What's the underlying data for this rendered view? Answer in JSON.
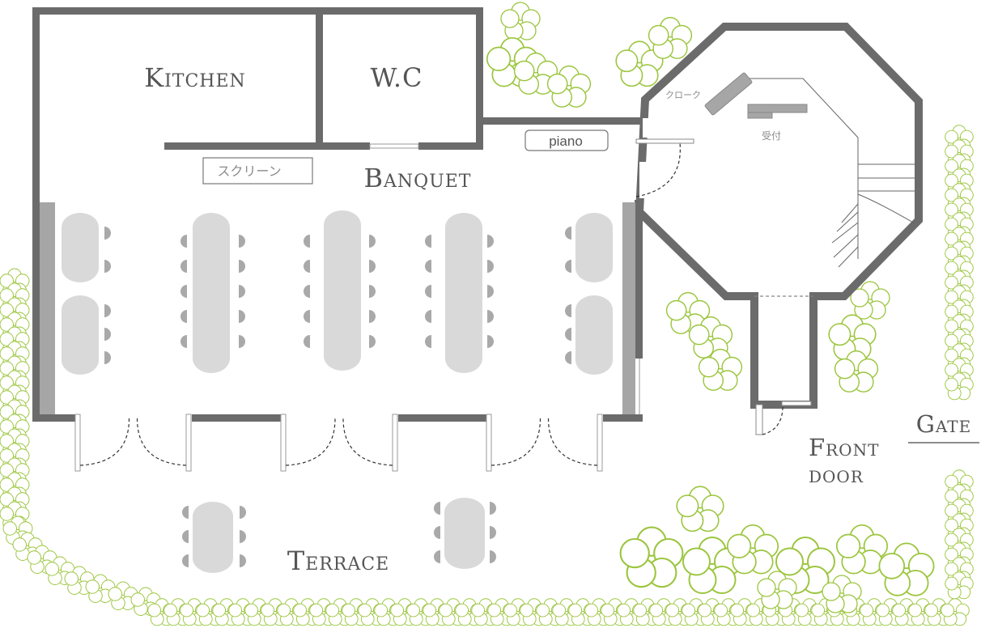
{
  "labels": {
    "kitchen": "Kitchen",
    "wc": "W.C",
    "banquet": "Banquet",
    "terrace": "Terrace",
    "front_door_line1": "Front",
    "front_door_line2": "door",
    "gate": "Gate",
    "screen": "スクリーン",
    "piano": "piano",
    "cloak": "クローク",
    "reception": "受付"
  },
  "colors": {
    "wall": "#6b6b6b",
    "table": "#d9d9d9",
    "chair": "#a9a9a9",
    "hedge": "#9bc53d",
    "partition": "#a6a6a6"
  }
}
